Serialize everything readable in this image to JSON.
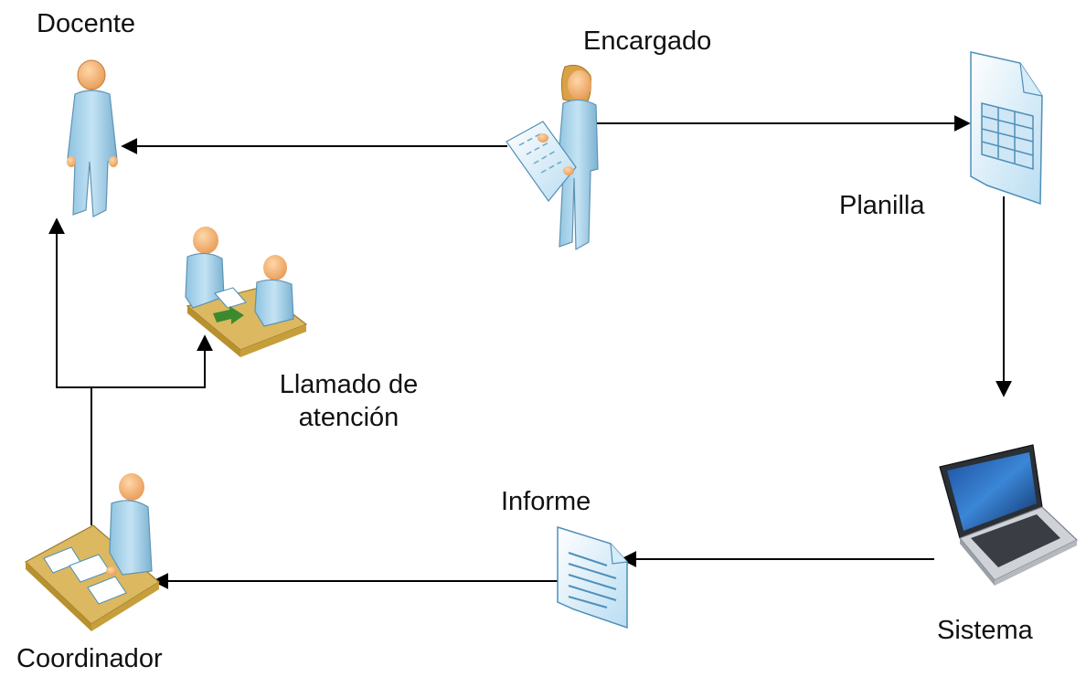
{
  "labels": {
    "docente": "Docente",
    "encargado": "Encargado",
    "planilla": "Planilla",
    "llamado_line1": "Llamado de",
    "llamado_line2": "atención",
    "informe": "Informe",
    "sistema": "Sistema",
    "coordinador": "Coordinador"
  },
  "icons": {
    "docente": "standing-person-icon",
    "encargado": "person-holding-document-icon",
    "planilla": "spreadsheet-document-icon",
    "sistema": "laptop-icon",
    "informe": "text-document-icon",
    "coordinador": "person-at-desk-icon",
    "llamado": "meeting-at-table-icon"
  },
  "colors": {
    "skin": "#f2b277",
    "body": "#a9d3ea",
    "body_dark": "#6fa7c8",
    "hair": "#d8a040",
    "desk": "#d9b35a",
    "desk_dark": "#a8852f",
    "paper": "#e4f2fb",
    "line": "#000000"
  }
}
